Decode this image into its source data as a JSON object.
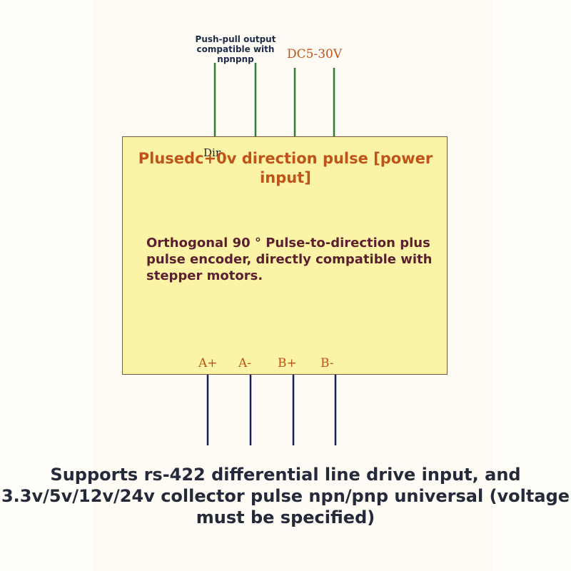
{
  "diagram": {
    "top_note": "Push-pull output compatible with npnpnp",
    "voltage_label": "DC5-30V",
    "module": {
      "title": "Plusedc+0v direction pulse [power input]",
      "dir_label": "Dir",
      "description": "Orthogonal 90 ° Pulse-to-direction plus pulse encoder, directly compatible with stepper motors."
    },
    "pins": [
      "A+",
      "A-",
      "B+",
      "B-"
    ],
    "footer": "Supports rs-422 differential line drive input, and 3.3v/5v/12v/24v collector pulse npn/pnp universal (voltage must be specified)",
    "colors": {
      "module_fill": "#fbf4a6",
      "top_wires": "#2e7d32",
      "bottom_wires": "#1b1f5c",
      "title": "#c0531a",
      "description": "#5c1f2f"
    }
  }
}
